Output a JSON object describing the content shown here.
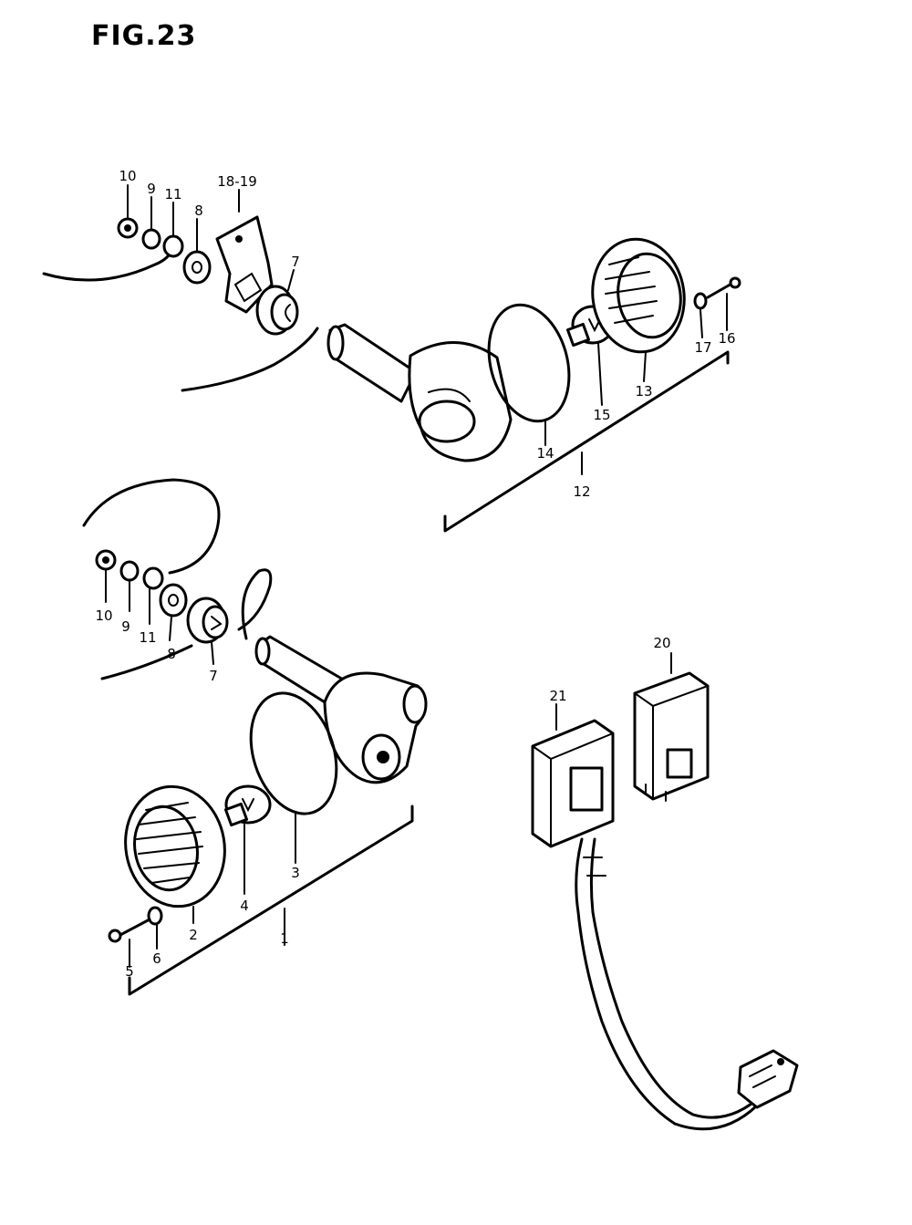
{
  "figure": {
    "title": "FIG.23"
  },
  "callouts": {
    "c10a": "10",
    "c9a": "9",
    "c11a": "11",
    "c8a": "8",
    "c1819": "18-19",
    "c7a": "7",
    "c16": "16",
    "c17": "17",
    "c13": "13",
    "c15": "15",
    "c14": "14",
    "c12": "12",
    "c10b": "10",
    "c9b": "9",
    "c11b": "11",
    "c8b": "8",
    "c7b": "7",
    "c20": "20",
    "c21": "21",
    "c3": "3",
    "c4": "4",
    "c2": "2",
    "c1": "1",
    "c5": "5",
    "c6": "6"
  }
}
